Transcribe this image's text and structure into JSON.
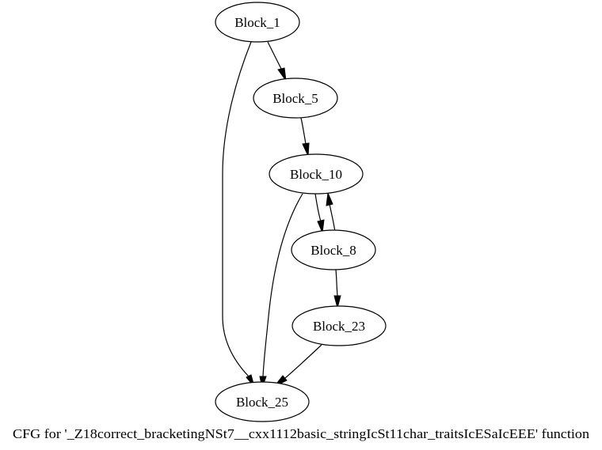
{
  "graph": {
    "caption": "CFG for '_Z18correct_bracketingNSt7__cxx1112basic_stringIcSt11char_traitsIcESaIcEEE' function",
    "nodes": [
      {
        "id": "b1",
        "label": "Block_1"
      },
      {
        "id": "b5",
        "label": "Block_5"
      },
      {
        "id": "b10",
        "label": "Block_10"
      },
      {
        "id": "b8",
        "label": "Block_8"
      },
      {
        "id": "b23",
        "label": "Block_23"
      },
      {
        "id": "b25",
        "label": "Block_25"
      }
    ],
    "edges": [
      {
        "from": "Block_1",
        "to": "Block_5"
      },
      {
        "from": "Block_1",
        "to": "Block_25"
      },
      {
        "from": "Block_5",
        "to": "Block_10"
      },
      {
        "from": "Block_10",
        "to": "Block_8"
      },
      {
        "from": "Block_10",
        "to": "Block_25"
      },
      {
        "from": "Block_8",
        "to": "Block_10"
      },
      {
        "from": "Block_8",
        "to": "Block_23"
      },
      {
        "from": "Block_23",
        "to": "Block_25"
      }
    ]
  }
}
